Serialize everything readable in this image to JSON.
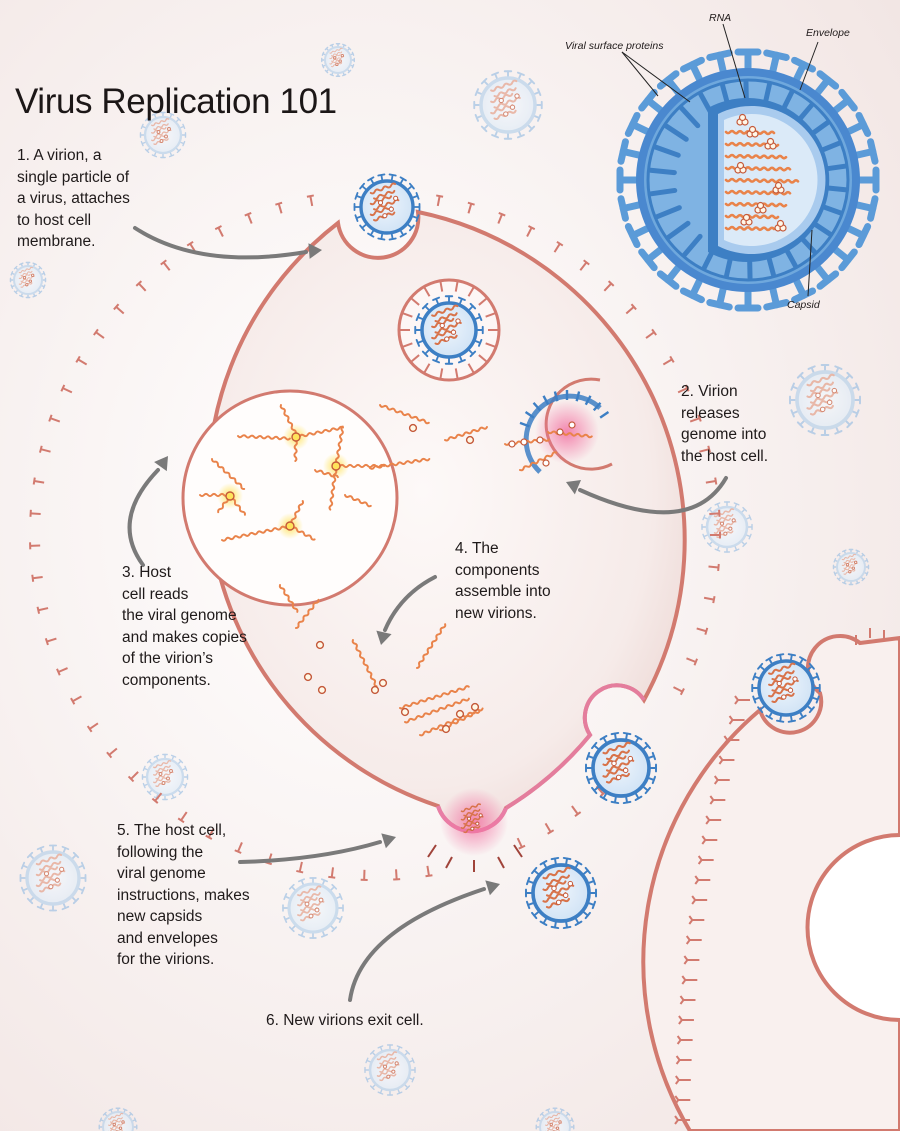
{
  "title": "Virus Replication 101",
  "steps": {
    "s1": "1. A virion, a\nsingle particle of\na virus, attaches\nto host cell\nmembrane.",
    "s2": "2. Virion\nreleases\ngenome into\nthe host cell.",
    "s3": "3. Host\ncell reads\nthe viral genome\nand makes copies\nof the virion’s\ncomponents.",
    "s4": "4. The\ncomponents\nassemble into\nnew virions.",
    "s5": "5. The host cell,\nfollowing the\nviral genome\ninstructions, makes\nnew capsids\nand envelopes\nfor the virions.",
    "s6": "6. New virions exit cell."
  },
  "labels": {
    "rna": "RNA",
    "envelope": "Envelope",
    "surface": "Viral surface proteins",
    "capsid": "Capsid"
  },
  "colors": {
    "membrane": "#d27a6f",
    "membrane_pink": "#e87ea6",
    "capsid_blue": "#3d7fc4",
    "envelope_blue": "#5b9bd8",
    "rna_orange": "#e9834a",
    "background": "#fbf6f5"
  }
}
